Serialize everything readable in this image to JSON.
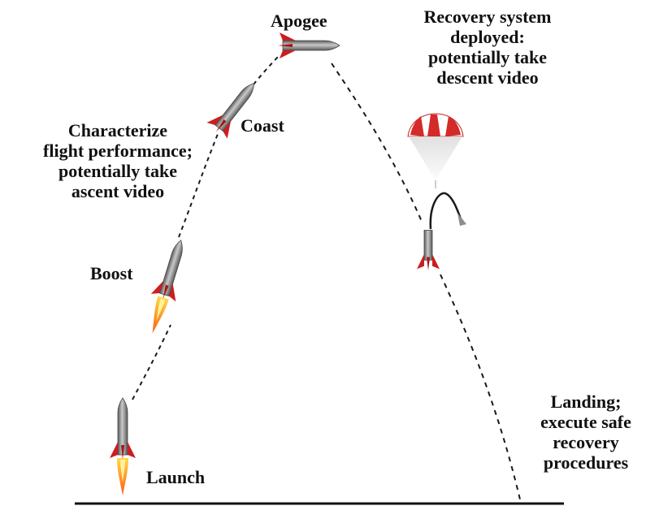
{
  "labels": {
    "apogee": [
      "Apogee"
    ],
    "recovery": [
      "Recovery system",
      "deployed:",
      "potentially take",
      "descent video"
    ],
    "characterize": [
      "Characterize",
      "flight performance;",
      "potentially take",
      "ascent video"
    ],
    "coast": [
      "Coast"
    ],
    "boost": [
      "Boost"
    ],
    "launch": [
      "Launch"
    ],
    "landing": [
      "Landing;",
      "execute safe",
      "recovery",
      "procedures"
    ]
  },
  "colors": {
    "text": "#111111",
    "rocket_body": "#8c8c8c",
    "fin": "#cc1e1e",
    "flame_outer": "#f07a1a",
    "flame_inner": "#ffe36a",
    "parachute_red": "#d42a2a",
    "trajectory": "#1a1a1a"
  }
}
